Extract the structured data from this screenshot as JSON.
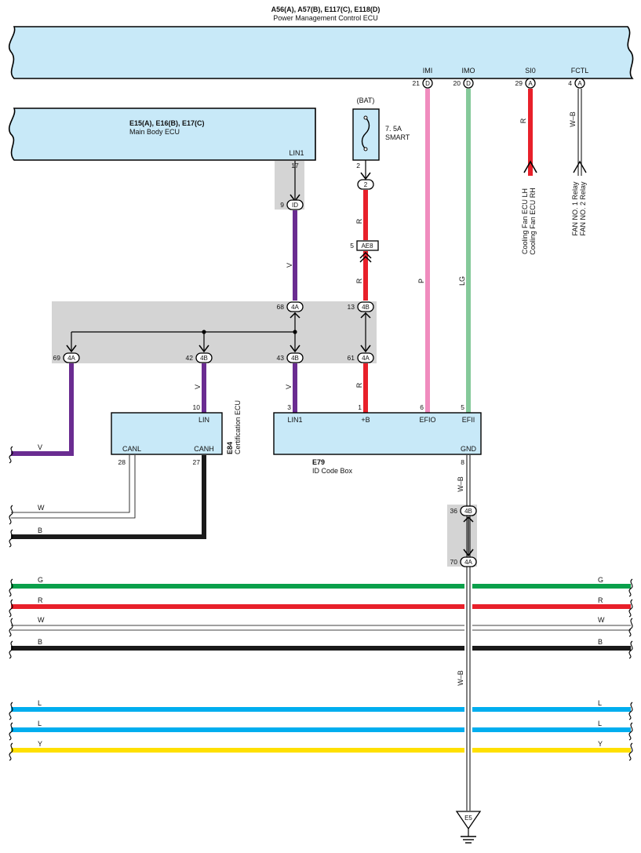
{
  "colors": {
    "ecu_fill": "#c8e9f8",
    "junction_fill": "#d4d4d4",
    "wire_V": "#6a2c91",
    "wire_R": "#e8202a",
    "wire_P": "#f08cbe",
    "wire_LG": "#85c99a",
    "wire_G": "#0aa04b",
    "wire_B": "#1a1a1a",
    "wire_W": "#ffffff",
    "wire_L": "#00aeef",
    "wire_Y": "#ffe000"
  },
  "pmc_ecu": {
    "code": "A56(A), A57(B), E117(C), E118(D)",
    "name": "Power Management Control ECU",
    "pins": [
      {
        "label": "IMI",
        "num": "21",
        "conn": "D"
      },
      {
        "label": "IMO",
        "num": "20",
        "conn": "D"
      },
      {
        "label": "SI0",
        "num": "29",
        "conn": "A"
      },
      {
        "label": "FCTL",
        "num": "4",
        "conn": "A"
      }
    ]
  },
  "main_body_ecu": {
    "code": "E15(A), E16(B), E17(C)",
    "name": "Main Body ECU",
    "pin_label": "LIN1",
    "pin_num": "17"
  },
  "bat": {
    "label": "(BAT)",
    "fuse_rating": "7. 5A",
    "fuse_name": "SMART",
    "pin_num": "2",
    "conn": "2"
  },
  "ae8": {
    "num": "5",
    "conn": "AE8"
  },
  "id_junction": {
    "num": "9",
    "conn": "ID"
  },
  "junctions": {
    "j68": {
      "num": "68",
      "conn": "4A"
    },
    "j13": {
      "num": "13",
      "conn": "4B"
    },
    "j69": {
      "num": "69",
      "conn": "4A"
    },
    "j42": {
      "num": "42",
      "conn": "4B"
    },
    "j43": {
      "num": "43",
      "conn": "4B"
    },
    "j61": {
      "num": "61",
      "conn": "4A"
    },
    "j36": {
      "num": "36",
      "conn": "4B"
    },
    "j70": {
      "num": "70",
      "conn": "4A"
    }
  },
  "wire_labels": {
    "V": "V",
    "R": "R",
    "P": "P",
    "LG": "LG",
    "WB": "W–B",
    "W": "W",
    "B": "B",
    "G": "G",
    "L": "L",
    "Y": "Y"
  },
  "cert_ecu": {
    "code": "E84",
    "name": "Certification ECU",
    "pin_lin": "LIN",
    "pin_lin_num": "10",
    "pin_canl": "CANL",
    "pin_canl_num": "28",
    "pin_canh": "CANH",
    "pin_canh_num": "27"
  },
  "id_code_box": {
    "code": "E79",
    "name": "ID Code Box",
    "pins": {
      "lin1": {
        "label": "LIN1",
        "num": "3"
      },
      "b": {
        "label": "+B",
        "num": "1"
      },
      "efio": {
        "label": "EFIO",
        "num": "6"
      },
      "efii": {
        "label": "EFII",
        "num": "5"
      },
      "gnd": {
        "label": "GND",
        "num": "8"
      }
    }
  },
  "cooling_fan": {
    "lh": "Cooling Fan ECU LH",
    "rh": "Cooling Fan ECU RH"
  },
  "fan_relay": {
    "r1": "FAN NO. 1 Relay",
    "r2": "FAN NO. 2 Relay"
  },
  "ground": {
    "label": "E5"
  }
}
